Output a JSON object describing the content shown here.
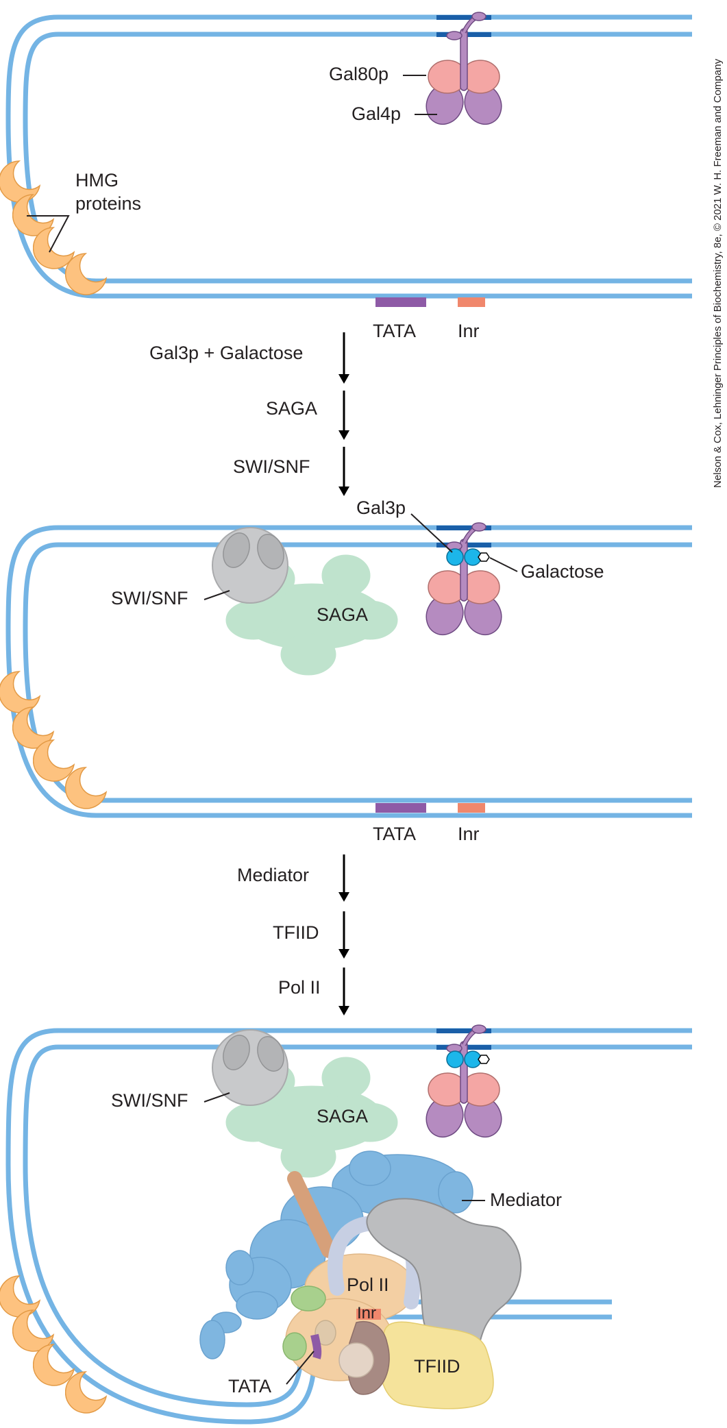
{
  "credit": "Nelson & Cox, Lehninger Principles of Biochemistry, 8e, © 2021 W. H. Freeman and Company",
  "panel1": {
    "gal80p": "Gal80p",
    "gal4p": "Gal4p",
    "hmg_line1": "HMG",
    "hmg_line2": "proteins",
    "tata": "TATA",
    "inr": "Inr"
  },
  "steps1": [
    "Gal3p + Galactose",
    "SAGA",
    "SWI/SNF"
  ],
  "panel2": {
    "gal3p": "Gal3p",
    "galactose": "Galactose",
    "swisnf": "SWI/SNF",
    "saga": "SAGA",
    "tata": "TATA",
    "inr": "Inr"
  },
  "steps2": [
    "Mediator",
    "TFIID",
    "Pol II"
  ],
  "panel3": {
    "swisnf": "SWI/SNF",
    "saga": "SAGA",
    "mediator": "Mediator",
    "polii": "Pol II",
    "inr": "Inr",
    "tfiid": "TFIID",
    "tata": "TATA"
  },
  "colors": {
    "dna": "#74b4e4",
    "uas": "#1a5fa8",
    "hmg": "#fdc27f",
    "gal80p": "#f4a6a4",
    "gal4p": "#b58bc0",
    "gal3p": "#1cb6ea",
    "saga": "#bfe3cd",
    "swisnf": "#c8c9cb",
    "tata_box": "#8e5aa6",
    "inr_box": "#f0876c",
    "mediator": "#7fb6e0",
    "polii": "#f3cfa3",
    "tfiid": "#f5e39b"
  }
}
